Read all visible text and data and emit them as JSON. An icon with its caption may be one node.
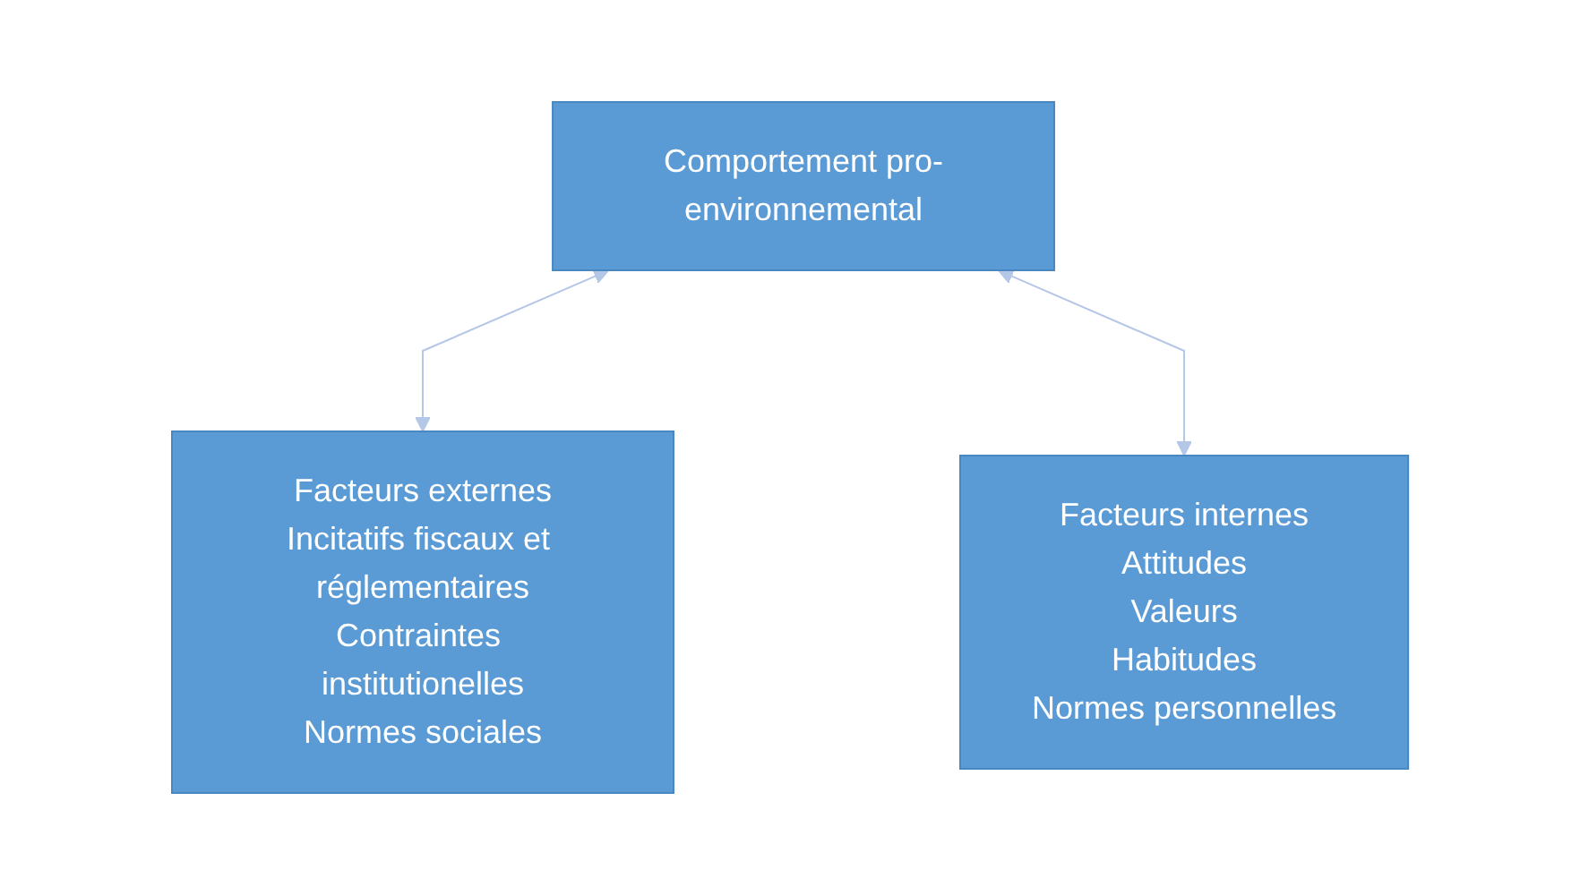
{
  "diagram": {
    "nodes": [
      {
        "text": [
          "Comportement pro-environnemental"
        ]
      },
      {
        "text": [
          "Facteurs externes",
          "Incitatifs fiscaux et réglementaires",
          "Contraintes institutionelles",
          "Normes sociales"
        ]
      },
      {
        "text": [
          "Facteurs internes",
          "Attitudes",
          "Valeurs",
          "Habitudes",
          "Normes personnelles"
        ]
      }
    ],
    "edges": [
      {
        "from": 0,
        "to": 1,
        "arrow": "both",
        "color": "#b4c7e7"
      },
      {
        "from": 0,
        "to": 2,
        "arrow": "both",
        "color": "#b4c7e7"
      }
    ]
  }
}
